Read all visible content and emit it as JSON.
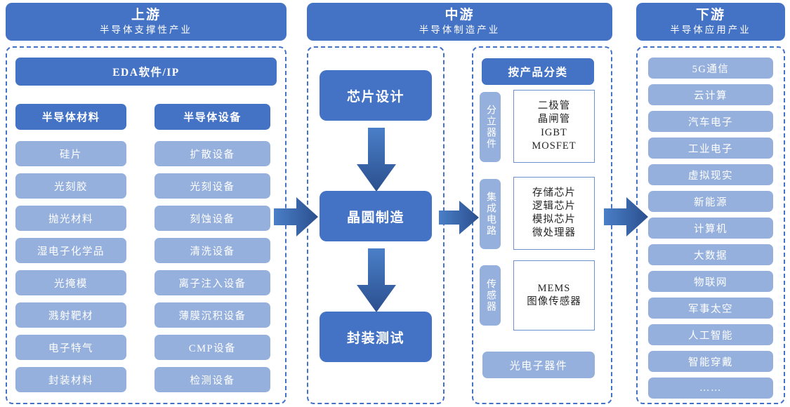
{
  "colors": {
    "dark_blue": "#4472c4",
    "light_blue": "#96b0dd",
    "white": "#ffffff",
    "text_dark": "#262626"
  },
  "headers": [
    {
      "title": "上游",
      "subtitle": "半导体支撑性产业"
    },
    {
      "title": "中游",
      "subtitle": "半导体制造产业"
    },
    {
      "title": "下游",
      "subtitle": "半导体应用产业"
    }
  ],
  "upstream": {
    "eda": "EDA软件/IP",
    "materials": {
      "heading": "半导体材料",
      "items": [
        "硅片",
        "光刻胶",
        "抛光材料",
        "湿电子化学品",
        "光掩模",
        "溅射靶材",
        "电子特气",
        "封装材料"
      ]
    },
    "equipment": {
      "heading": "半导体设备",
      "items": [
        "扩散设备",
        "光刻设备",
        "刻蚀设备",
        "清洗设备",
        "离子注入设备",
        "薄膜沉积设备",
        "CMP设备",
        "检测设备"
      ]
    }
  },
  "midstream": {
    "flow": [
      "芯片设计",
      "晶圆制造",
      "封装测试"
    ],
    "products": {
      "heading": "按产品分类",
      "groups": [
        {
          "label": "分立器件",
          "items": [
            "二极管",
            "晶闸管",
            "IGBT",
            "MOSFET"
          ]
        },
        {
          "label": "集成电路",
          "items": [
            "存储芯片",
            "逻辑芯片",
            "模拟芯片",
            "微处理器"
          ]
        },
        {
          "label": "传感器",
          "items": [
            "MEMS",
            "图像传感器"
          ]
        }
      ],
      "extra": "光电子器件"
    }
  },
  "downstream": {
    "items": [
      "5G通信",
      "云计算",
      "汽车电子",
      "工业电子",
      "虚拟现实",
      "新能源",
      "计算机",
      "大数据",
      "物联网",
      "军事太空",
      "人工智能",
      "智能穿戴",
      "……"
    ]
  },
  "arrows": {
    "upstream_to_mid": "right-arrow-icon",
    "mid_to_downstream": "right-arrow-icon",
    "design_to_wafer": "down-arrow-icon",
    "wafer_to_package": "down-arrow-icon",
    "flow_to_products": "right-arrow-icon"
  }
}
